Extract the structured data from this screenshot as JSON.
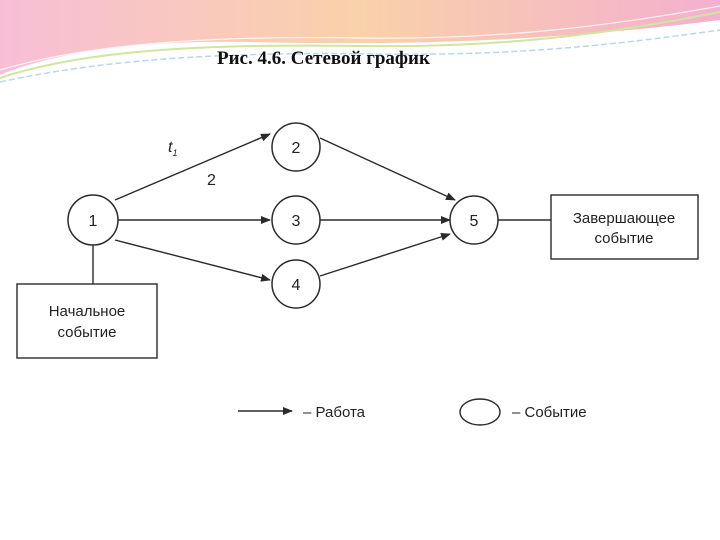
{
  "title": "Рис. 4.6. Сетевой график",
  "nodes": {
    "n1": "1",
    "n2": "2",
    "n3": "3",
    "n4": "4",
    "n5": "5"
  },
  "arc_label_duration": "2",
  "arc_label_t": "t",
  "arc_label_t_sub": "1",
  "start_box": {
    "line1": "Начальное",
    "line2": "событие"
  },
  "end_box": {
    "line1": "Завершающее",
    "line2": "событие"
  },
  "legend": {
    "work": "– Работа",
    "event": "– Событие"
  },
  "colors": {
    "line": "#2a2a2a",
    "banner_pink": "#f3a6c8",
    "banner_orange": "#f6c48d",
    "banner_green": "#cfe6a0"
  }
}
